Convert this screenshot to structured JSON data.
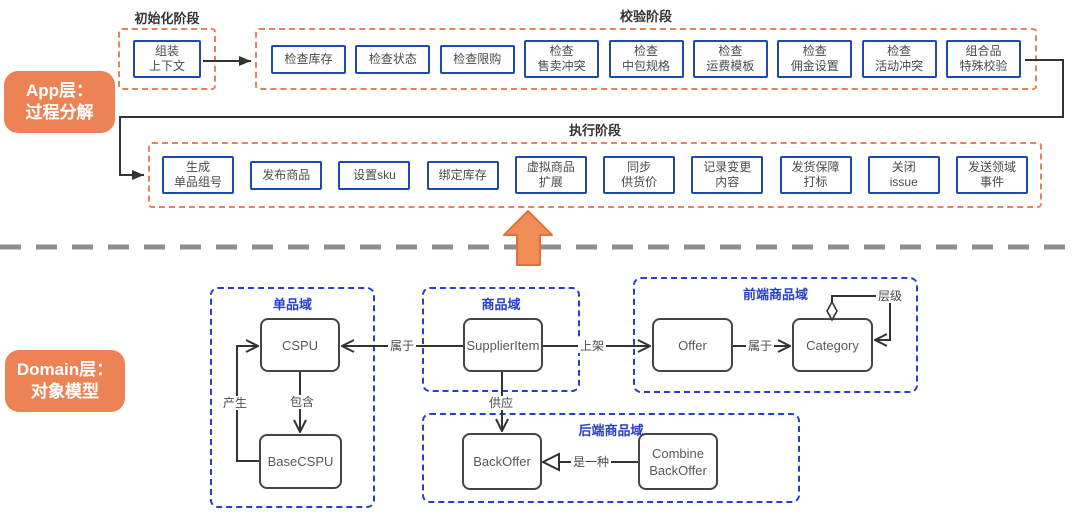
{
  "app_layer": {
    "label": {
      "line1": "App层：",
      "line2": "过程分解"
    },
    "init_phase": {
      "title": "初始化阶段",
      "steps": [
        "组装\n上下文"
      ]
    },
    "validate_phase": {
      "title": "校验阶段",
      "steps": [
        "检查库存",
        "检查状态",
        "检查限购",
        "检查\n售卖冲突",
        "检查\n中包规格",
        "检查\n运费模板",
        "检查\n佣金设置",
        "检查\n活动冲突",
        "组合品\n特殊校验"
      ]
    },
    "execute_phase": {
      "title": "执行阶段",
      "steps": [
        "生成\n单品组号",
        "发布商品",
        "设置sku",
        "绑定库存",
        "虚拟商品\n扩展",
        "同步\n供货价",
        "记录变更\n内容",
        "发货保障\n打标",
        "关闭\nissue",
        "发送领域\n事件"
      ]
    }
  },
  "domain_layer": {
    "label": {
      "line1": "Domain层：",
      "line2": "对象模型"
    },
    "groups": [
      {
        "title": "单品域",
        "nodes": [
          "CSPU",
          "BaseCSPU"
        ]
      },
      {
        "title": "商品域",
        "nodes": [
          "SupplierItem"
        ]
      },
      {
        "title": "前端商品域",
        "nodes": [
          "Offer",
          "Category"
        ]
      },
      {
        "title": "后端商品域",
        "nodes": [
          "BackOffer",
          "Combine\nBackOffer"
        ]
      }
    ],
    "relations": {
      "belongs_to_left": "属于",
      "publish": "上架",
      "belongs_to_right": "属于",
      "hierarchy": "层级",
      "contains": "包含",
      "produces": "产生",
      "supplies": "供应",
      "is_a": "是一种"
    }
  },
  "colors": {
    "accent_orange": "#ED8355",
    "orange_dash": "#E5835C",
    "step_border_blue": "#2049AF",
    "domain_border_blue": "#2740C9",
    "divider_gray": "#8E8E8E",
    "line_dark": "#333333"
  }
}
